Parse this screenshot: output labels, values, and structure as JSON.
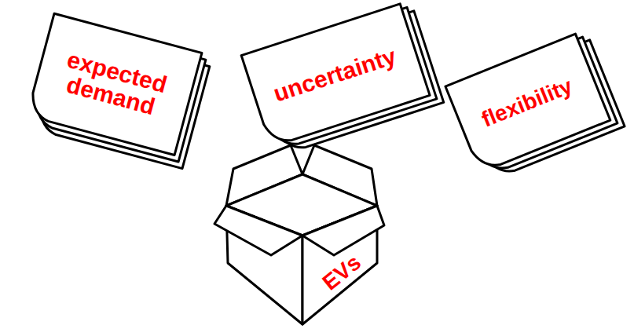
{
  "diagram": {
    "nodes": [
      {
        "text": [
          "expected demand"
        ]
      },
      {
        "text": [
          "uncertainty"
        ]
      },
      {
        "text": [
          "flexibility"
        ]
      },
      {
        "text": [
          "EVs"
        ]
      }
    ]
  }
}
